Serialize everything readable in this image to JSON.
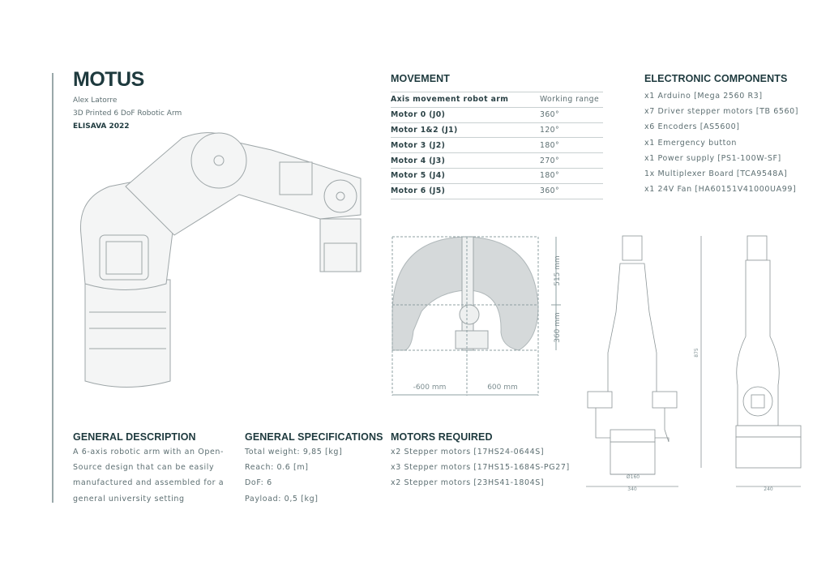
{
  "header": {
    "title": "MOTUS",
    "author": "Alex Latorre",
    "subtitle": "3D Printed 6 DoF Robotic Arm",
    "institution": "ELISAVA 2022"
  },
  "movement": {
    "heading": "MOVEMENT",
    "columns": [
      "Axis movement robot arm",
      "Working range"
    ],
    "rows": [
      [
        "Motor 0 (J0)",
        "360°"
      ],
      [
        "Motor 1&2 (J1)",
        "120°"
      ],
      [
        "Motor 3 (J2)",
        "180°"
      ],
      [
        "Motor 4 (J3)",
        "270°"
      ],
      [
        "Motor 5 (J4)",
        "180°"
      ],
      [
        "Motor 6 (J5)",
        "360°"
      ]
    ]
  },
  "electronics": {
    "heading": "ELECTRONIC COMPONENTS",
    "items": [
      "x1 Arduino [Mega 2560 R3]",
      "x7 Driver stepper motors [TB 6560]",
      "x6 Encoders [AS5600]",
      "x1 Emergency button",
      "x1 Power supply [PS1-100W-SF]",
      "1x Multiplexer Board [TCA9548A]",
      "x1 24V Fan [HA60151V41000UA99]"
    ]
  },
  "workspace": {
    "dim_up": "515 mm",
    "dim_down": "360 mm",
    "dim_left": "-600 mm",
    "dim_right": "600 mm"
  },
  "drawings": {
    "height": "875",
    "base_diameter": "Ø160",
    "front_width": "340",
    "side_width": "240"
  },
  "description": {
    "heading": "GENERAL DESCRIPTION",
    "lines": [
      "A 6-axis robotic arm with an Open-",
      "Source design that can be easily",
      "manufactured and assembled for a",
      "general university setting"
    ]
  },
  "specs": {
    "heading": "GENERAL SPECIFICATIONS",
    "items": [
      "Total weight: 9,85 [kg]",
      "Reach: 0.6 [m]",
      "DoF: 6",
      "Payload: 0,5 [kg]"
    ]
  },
  "motors": {
    "heading": "MOTORS REQUIRED",
    "items": [
      "x2 Stepper motors [17HS24-0644S]",
      "x3 Stepper motors [17HS15-1684S-PG27]",
      "x2 Stepper motors [23HS41-1804S]"
    ]
  }
}
